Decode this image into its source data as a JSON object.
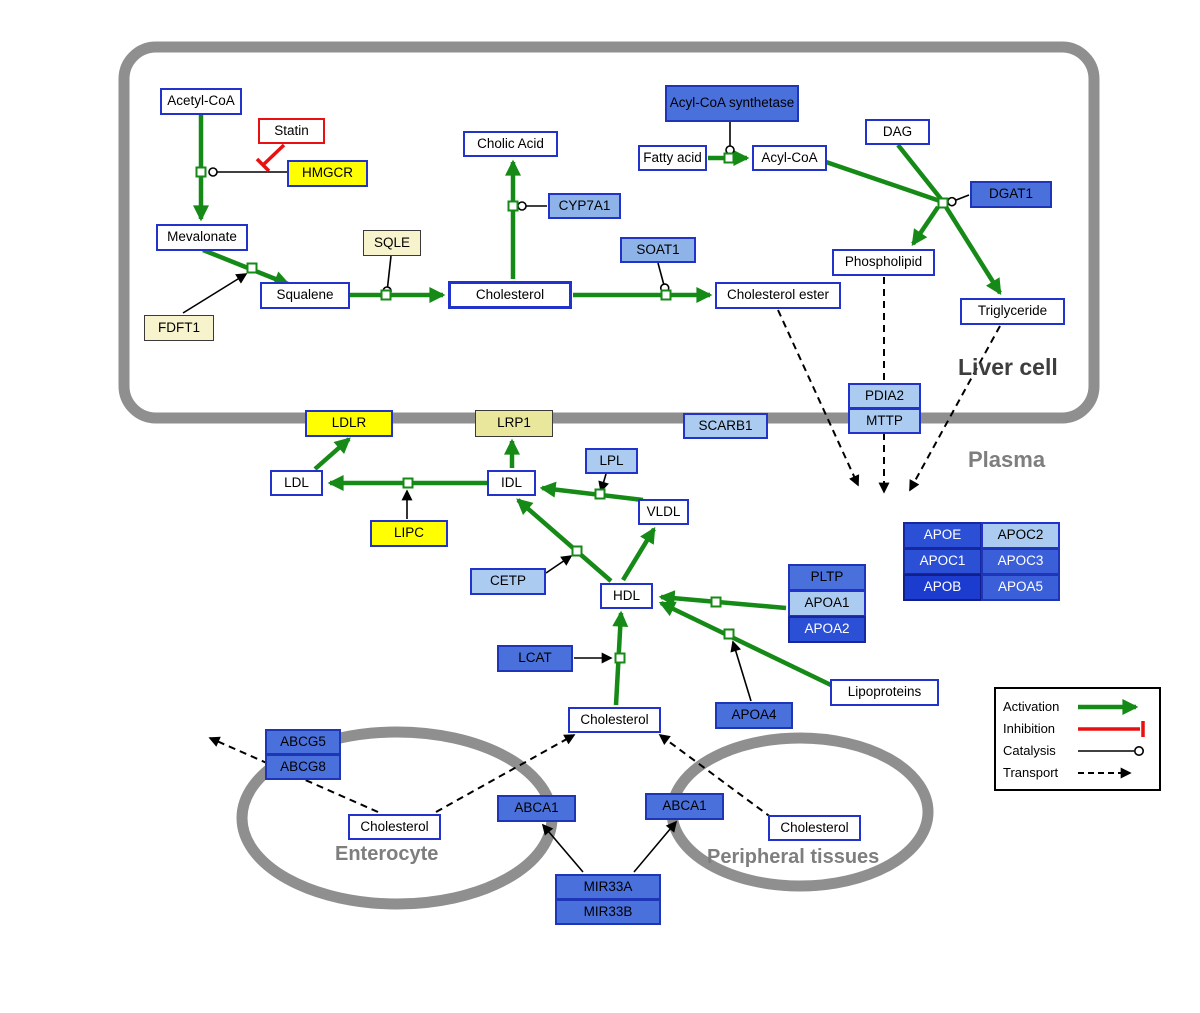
{
  "regions": {
    "liver_cell": "Liver cell",
    "plasma": "Plasma",
    "enterocyte": "Enterocyte",
    "peripheral_tissues": "Peripheral tissues"
  },
  "legend": {
    "activation": "Activation",
    "inhibition": "Inhibition",
    "catalysis": "Catalysis",
    "transport": "Transport"
  },
  "colors": {
    "activation_green": "#168a16",
    "inhibition_red": "#e81010",
    "node_border_blue": "#2233cc",
    "enzyme_yellow": "#ffff00",
    "membrane_gray": "#8f8f8f"
  },
  "nodes": {
    "acetyl_coa": "Acetyl-CoA",
    "statin": "Statin",
    "hmgcr": "HMGCR",
    "mevalonate": "Mevalonate",
    "fdft1": "FDFT1",
    "squalene": "Squalene",
    "sqle": "SQLE",
    "cholic_acid": "Cholic Acid",
    "cyp7a1": "CYP7A1",
    "cholesterol_liver": "Cholesterol",
    "soat1": "SOAT1",
    "cholesterol_ester": "Cholesterol ester",
    "acyl_coa_synthetase": "Acyl-CoA synthetase",
    "fatty_acid": "Fatty acid",
    "acyl_coa": "Acyl-CoA",
    "dag": "DAG",
    "dgat1": "DGAT1",
    "phospholipid": "Phospholipid",
    "triglyceride": "Triglyceride",
    "pdia2": "PDIA2",
    "mttp": "MTTP",
    "ldlr": "LDLR",
    "lrp1": "LRP1",
    "scarb1": "SCARB1",
    "ldl": "LDL",
    "idl": "IDL",
    "lpl": "LPL",
    "vldl": "VLDL",
    "lipc": "LIPC",
    "cetp": "CETP",
    "hdl": "HDL",
    "pltp": "PLTP",
    "apoa1": "APOA1",
    "apoa2": "APOA2",
    "apoe": "APOE",
    "apoc2": "APOC2",
    "apoc1": "APOC1",
    "apoc3": "APOC3",
    "apob": "APOB",
    "apoa5": "APOA5",
    "lcat": "LCAT",
    "apoa4": "APOA4",
    "lipoproteins": "Lipoproteins",
    "cholesterol_plasma": "Cholesterol",
    "abcg5": "ABCG5",
    "abcg8": "ABCG8",
    "cholesterol_enterocyte": "Cholesterol",
    "abca1_enterocyte": "ABCA1",
    "abca1_peripheral": "ABCA1",
    "cholesterol_peripheral": "Cholesterol",
    "mir33a": "MIR33A",
    "mir33b": "MIR33B"
  }
}
